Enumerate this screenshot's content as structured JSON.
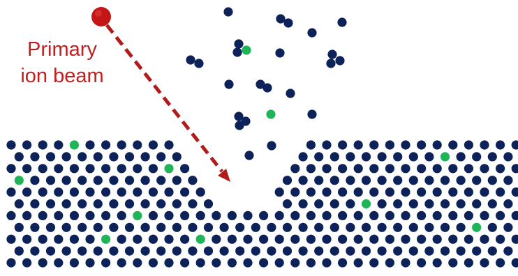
{
  "label": {
    "text": "Primary\nion beam"
  },
  "colors": {
    "background": "#ffffff",
    "atom": "#0d2259",
    "dopant": "#1fb457",
    "ion": "#c41616",
    "ion_highlight": "#e84040",
    "beam": "#b01c1c",
    "label": "#c02020"
  },
  "elements": {
    "primary_ion": "primary-ion",
    "beam_arrow": "ion-beam-arrow",
    "lattice_atom": "lattice-atom",
    "dopant_atom": "dopant-atom",
    "sputtered_atom": "sputtered-atom",
    "sputtered_dopant": "sputtered-dopant-atom"
  }
}
